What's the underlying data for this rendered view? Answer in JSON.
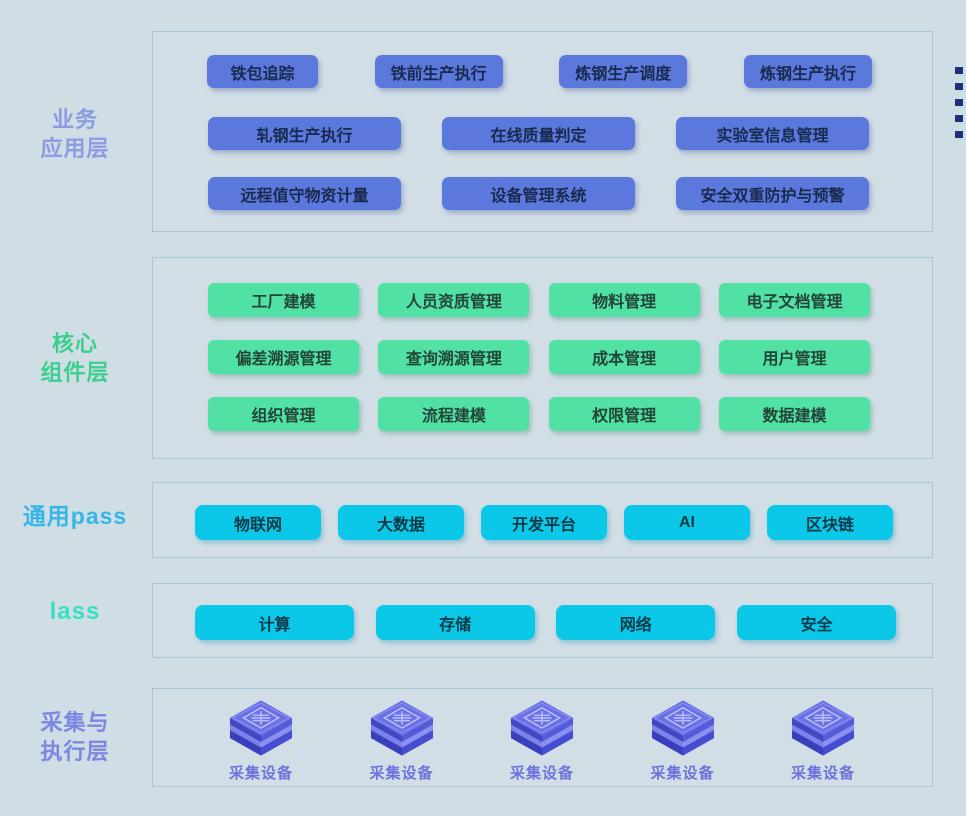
{
  "page": {
    "background_color": "#cfdde5",
    "box_border_color": "#a9c6d7"
  },
  "decoration": {
    "edge_squares_count": 5,
    "color": "#1e3377"
  },
  "layers": [
    {
      "id": "business-application-layer",
      "label_lines": [
        "业务",
        "应用层"
      ],
      "label_color": "#8c9ce2",
      "button_color": "#5b78dc",
      "rows": [
        [
          "铁包追踪",
          "铁前生产执行",
          "炼钢生产调度",
          "炼钢生产执行"
        ],
        [
          "轧钢生产执行",
          "在线质量判定",
          "实验室信息管理"
        ],
        [
          "远程值守物资计量",
          "设备管理系统",
          "安全双重防护与预警"
        ]
      ]
    },
    {
      "id": "core-components-layer",
      "label_lines": [
        "核心",
        "组件层"
      ],
      "label_color": "#3ece8e",
      "button_color": "#52e1a5",
      "rows": [
        [
          "工厂建模",
          "人员资质管理",
          "物料管理",
          "电子文档管理"
        ],
        [
          "偏差溯源管理",
          "查询溯源管理",
          "成本管理",
          "用户管理"
        ],
        [
          "组织管理",
          "流程建模",
          "权限管理",
          "数据建模"
        ]
      ]
    },
    {
      "id": "general-paas-layer",
      "label_lines": [
        "通用pass"
      ],
      "label_color": "#36b6e8",
      "button_color": "#0bc8e8",
      "rows": [
        [
          "物联网",
          "大数据",
          "开发平台",
          "AI",
          "区块链"
        ]
      ]
    },
    {
      "id": "iaas-layer",
      "label_lines": [
        "lass"
      ],
      "label_color": "#39dfc1",
      "button_color": "#0bc8e8",
      "rows": [
        [
          "计算",
          "存储",
          "网络",
          "安全"
        ]
      ]
    },
    {
      "id": "collection-execution-layer",
      "label_lines": [
        "采集与",
        "执行层"
      ],
      "label_color": "#7c87e4",
      "device_label": "采集设备",
      "device_count": 5
    }
  ]
}
